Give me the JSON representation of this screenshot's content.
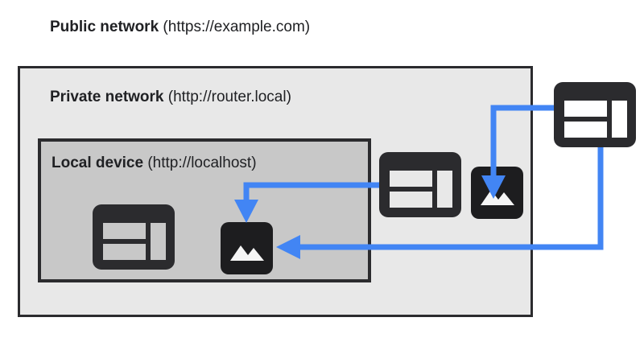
{
  "diagram": {
    "title": "Public network and private network request flow",
    "background": "#ffffff"
  },
  "colors": {
    "arrow_blue": "#4285F4",
    "icon_dark": "#2b2b2e",
    "icon_dark_image": "#1d1d1f",
    "text": "#202124",
    "private_box_fill": "#e8e8e8",
    "local_box_fill": "#c8c8c8",
    "box_border": "#2b2b2e"
  },
  "labels": {
    "public": {
      "name": "Public network",
      "url": "(https://example.com)"
    },
    "private": {
      "name": "Private network",
      "url": "(http://router.local)"
    },
    "local": {
      "name": "Local device",
      "url": "(http://localhost)"
    }
  },
  "icons": [
    {
      "id": "icon-local-page",
      "type": "webpage-icon",
      "zone": "local device"
    },
    {
      "id": "icon-local-image",
      "type": "image-icon",
      "zone": "local device"
    },
    {
      "id": "icon-private-page",
      "type": "webpage-icon",
      "zone": "private network"
    },
    {
      "id": "icon-private-image",
      "type": "image-icon",
      "zone": "private network"
    },
    {
      "id": "icon-public-page",
      "type": "webpage-icon",
      "zone": "public network"
    }
  ],
  "connectors": [
    {
      "id": "public-page-to-private-image",
      "from": "icon-public-page",
      "to": "icon-private-image",
      "direction": "down"
    },
    {
      "id": "public-page-to-local-image",
      "from": "icon-public-page",
      "to": "icon-local-image",
      "direction": "left"
    },
    {
      "id": "private-page-to-local-image",
      "from": "icon-private-page",
      "to": "icon-local-image",
      "direction": "down"
    }
  ]
}
